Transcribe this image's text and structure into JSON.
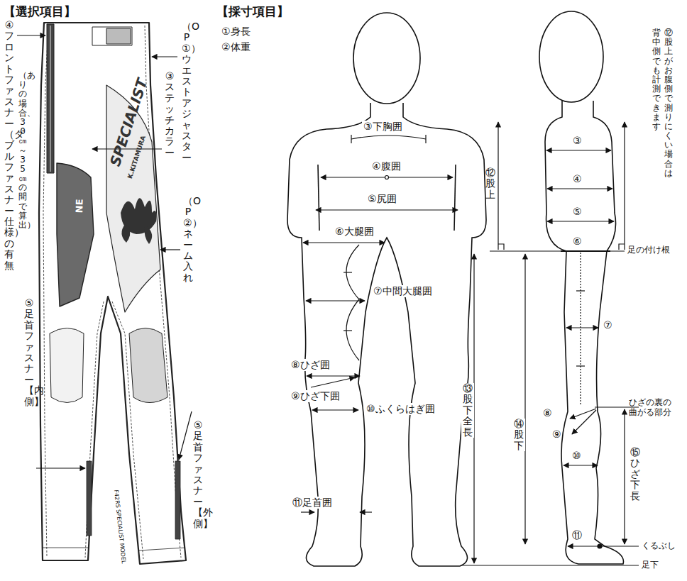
{
  "diagram": {
    "labels": [
      "【選択項目】",
      "（OP①）ウエストアジャスター",
      "③ステッチカラー",
      "（OP②）ネーム入れ",
      "④フロントファスナー（ダブルファスナー仕様）の有無",
      "（ありの場合、30㎝～35㎝の間で算出）",
      "⑤足首ファスナー【内側】",
      "⑤足首ファスナー【外側】",
      "NE",
      "SPECIALIST",
      "K.KITAMURA",
      "F42RS SPECIALIST MODEL",
      "【採寸項目】",
      "①身長",
      "②体重",
      "③下胸囲",
      "④腹囲",
      "⑤尻囲",
      "⑥大腿囲",
      "⑦中間大腿囲",
      "⑧ひざ囲",
      "⑨ひざ下囲",
      "⑩ふくらはぎ囲",
      "⑪足首囲",
      "③",
      "④",
      "⑤",
      "⑥",
      "⑫股上",
      "⑫股上がお腹側で測りにくい場合は",
      "背中側でも計測できます",
      "足の付け根",
      "⑦",
      "ひざの裏の曲がる部分",
      "⑧",
      "⑨",
      "⑬股下全長",
      "⑭股下",
      "⑩",
      "⑮ひざ下長",
      "⑪",
      "くるぶし",
      "足下"
    ]
  }
}
